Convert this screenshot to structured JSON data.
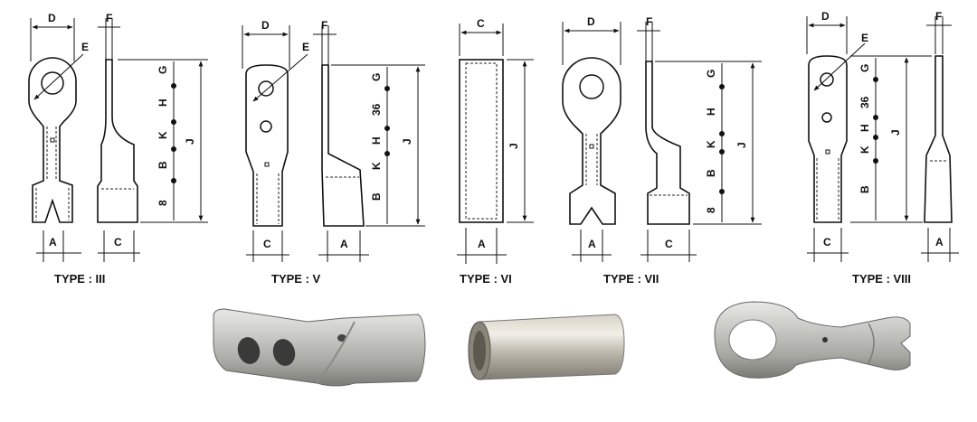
{
  "dimension_letters": {
    "a": "A",
    "b": "B",
    "c": "C",
    "d": "D",
    "e": "E",
    "f": "F",
    "g": "G",
    "h": "H",
    "j": "J",
    "k": "K"
  },
  "numbers": {
    "eight": "8",
    "thirty_six": "36"
  },
  "captions": {
    "type_iii": "TYPE : III",
    "type_v": "TYPE : V",
    "type_vi": "TYPE : VI",
    "type_vii": "TYPE : VII",
    "type_viii": "TYPE : VIII"
  }
}
